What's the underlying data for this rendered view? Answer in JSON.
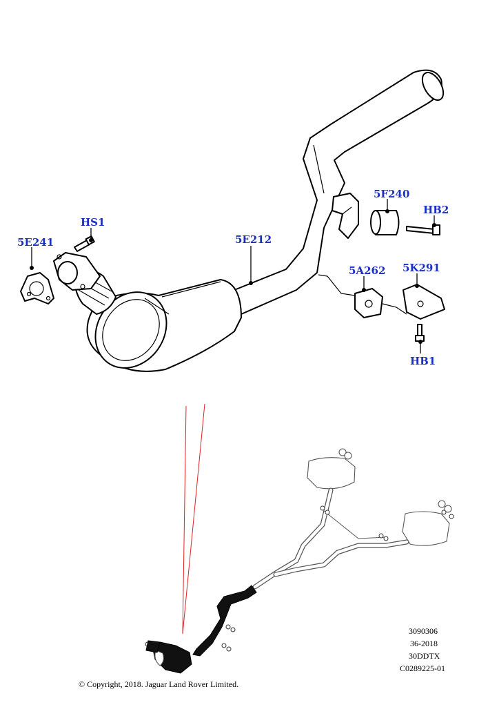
{
  "callouts": {
    "5E241": "5E241",
    "HS1": "HS1",
    "5E212": "5E212",
    "5F240": "5F240",
    "HB2": "HB2",
    "5A262": "5A262",
    "5K291": "5K291",
    "HB1": "HB1"
  },
  "reference": {
    "line1": "3090306",
    "line2": "36-2018",
    "line3": "30DDTX",
    "line4": "C0289225-01"
  },
  "copyright": "© Copyright, 2018. Jaguar Land Rover Limited.",
  "colors": {
    "callout_text": "#1a2fc4",
    "highlight_lines": "#e02020",
    "line_art": "#000000"
  }
}
